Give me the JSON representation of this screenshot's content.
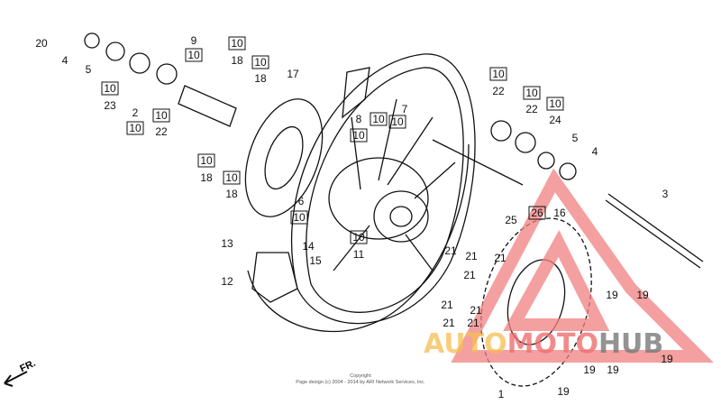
{
  "diagram": {
    "callouts": [
      "20",
      "4",
      "5",
      "10",
      "23",
      "2",
      "10",
      "10",
      "22",
      "9",
      "10",
      "10",
      "18",
      "10",
      "18",
      "17",
      "10",
      "18",
      "10",
      "18",
      "8",
      "10",
      "7",
      "10",
      "10",
      "6",
      "10",
      "13",
      "14",
      "15",
      "10",
      "11",
      "12",
      "10",
      "22",
      "10",
      "22",
      "10",
      "24",
      "5",
      "4",
      "3",
      "26",
      "16",
      "25",
      "21",
      "21",
      "21",
      "21",
      "21",
      "21",
      "21",
      "21",
      "19",
      "19",
      "19",
      "19",
      "19",
      "19",
      "1"
    ],
    "boxed_label": "10",
    "direction_label": "FR.",
    "copyright_title": "Copyright",
    "copyright_text": "Page design (c) 2004 - 2014 by ARI Network Services, Inc.",
    "watermark": {
      "part1": "AUTO",
      "part2": "MOTO",
      "part3": "HUB",
      "colors": {
        "triangle": "#f08080",
        "auto": "#f5be50",
        "moto": "#f06e6e",
        "hub": "#787878"
      }
    }
  }
}
